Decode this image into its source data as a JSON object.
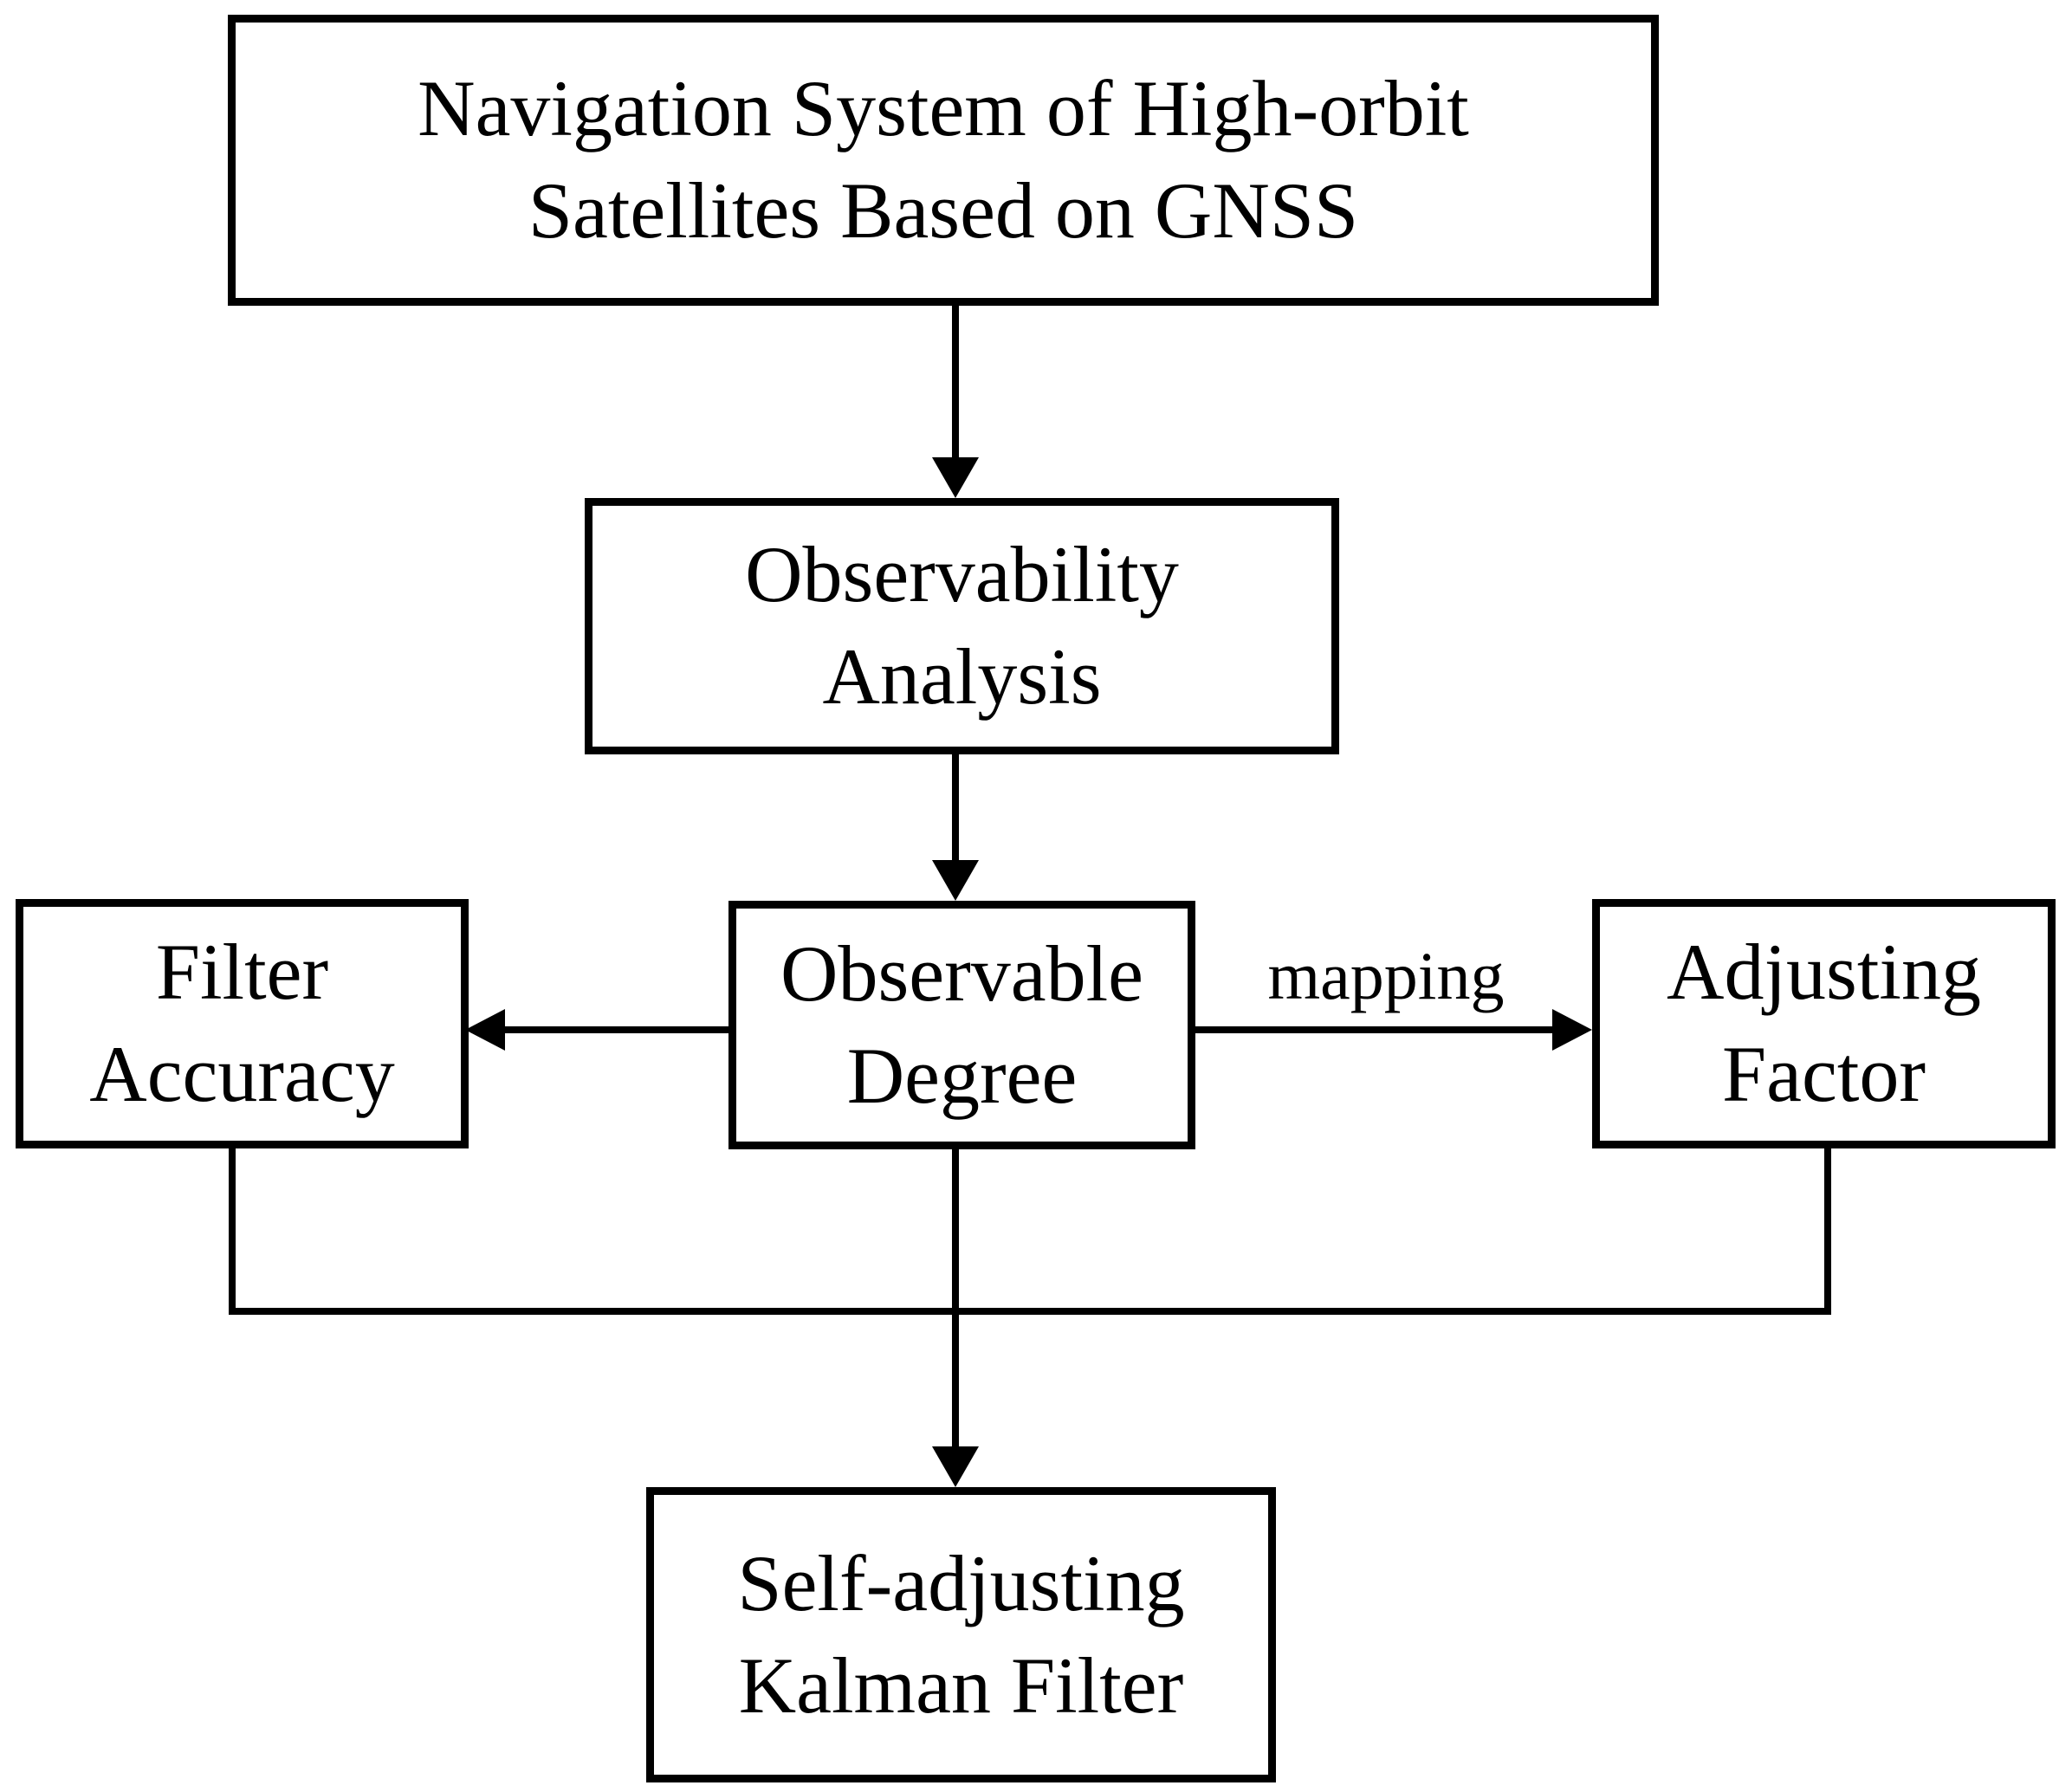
{
  "figure": {
    "type": "flowchart",
    "background_color": "#ffffff",
    "stroke_color": "#000000",
    "text_color": "#000000"
  },
  "nodes": {
    "navigation_system": {
      "line1": "Navigation System of High-orbit",
      "line2": "Satellites Based on GNSS"
    },
    "observability_analysis": {
      "line1": "Observability",
      "line2": "Analysis"
    },
    "filter_accuracy": {
      "line1": "Filter",
      "line2": "Accuracy"
    },
    "observable_degree": {
      "line1": "Observable",
      "line2": "Degree"
    },
    "adjusting_factor": {
      "line1": "Adjusting",
      "line2": "Factor"
    },
    "self_adjusting_kalman_filter": {
      "line1": "Self-adjusting",
      "line2": "Kalman Filter"
    }
  },
  "edges": {
    "mapping_label": "mapping"
  }
}
